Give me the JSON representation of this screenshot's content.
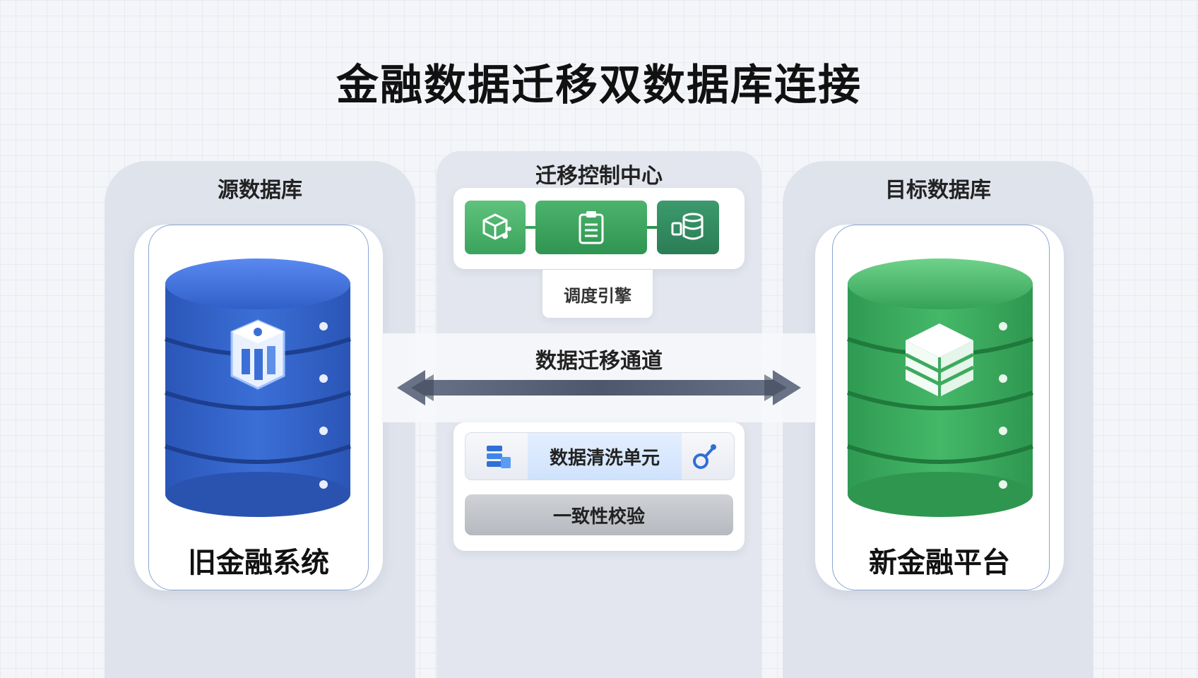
{
  "title": "金融数据迁移双数据库连接",
  "source": {
    "panel_label": "源数据库",
    "caption": "旧金融系统",
    "color": "#2f5fc4",
    "icon": "building-icon"
  },
  "target": {
    "panel_label": "目标数据库",
    "caption": "新金融平台",
    "color": "#3daa5e",
    "icon": "cube-icon"
  },
  "control": {
    "label": "迁移控制中心",
    "steps": [
      {
        "icon": "package-network-icon"
      },
      {
        "icon": "clipboard-checklist-icon"
      },
      {
        "icon": "database-transfer-icon"
      }
    ],
    "scheduler_label": "调度引擎"
  },
  "channel": {
    "label": "数据迁移通道",
    "arrow_color": "#5a6478"
  },
  "processing": {
    "cleaning_label": "数据清洗单元",
    "verify_label": "一致性校验",
    "cleaning_left_icon": "database-blocks-icon",
    "cleaning_right_icon": "link-tool-icon"
  }
}
